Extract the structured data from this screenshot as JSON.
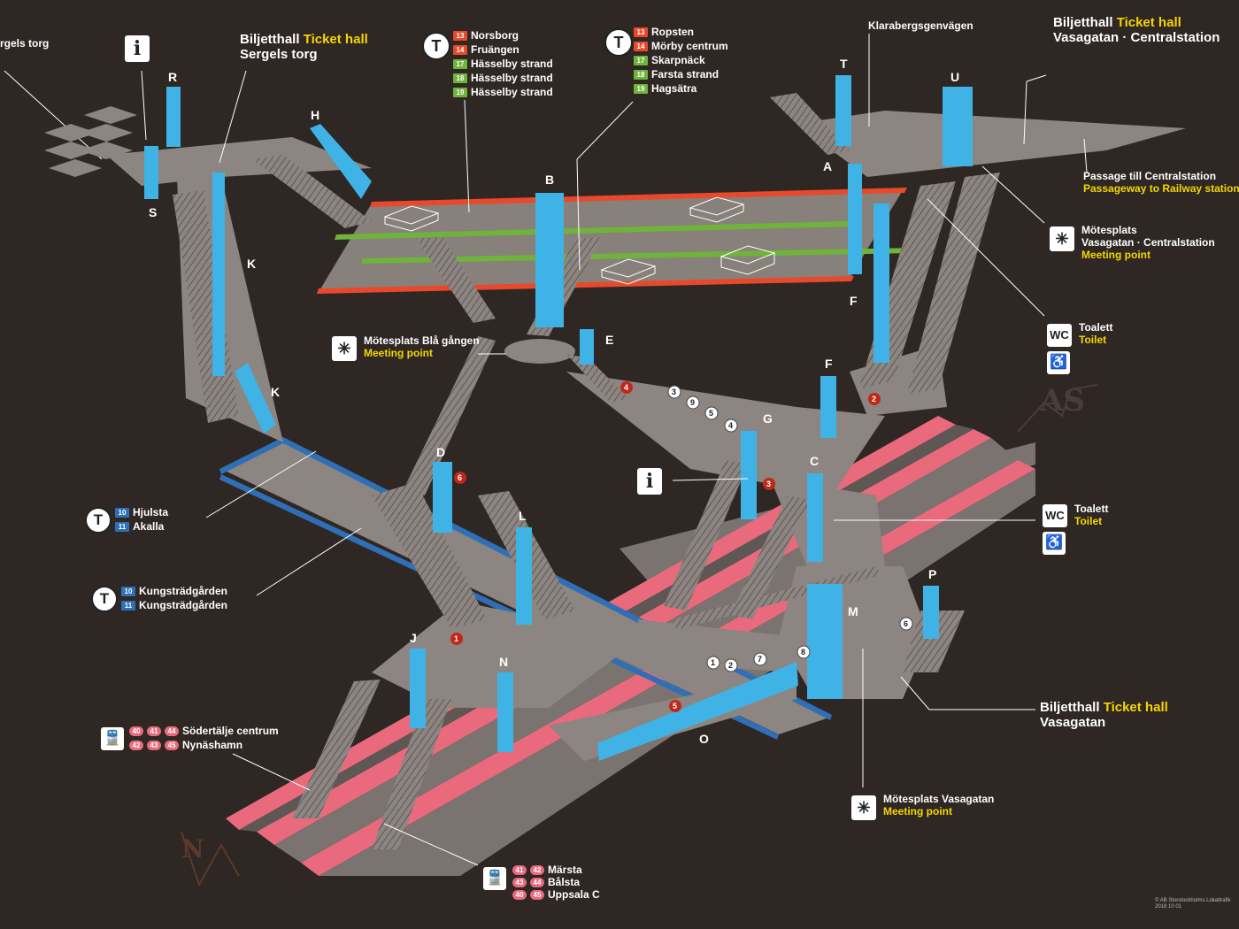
{
  "ticket_halls": {
    "sergels": {
      "sv": "Biljetthall",
      "en": "Ticket hall",
      "name": "Sergels torg"
    },
    "centralstation": {
      "sv": "Biljetthall",
      "en": "Ticket hall",
      "name": "Vasagatan · Centralstation"
    },
    "vasagatan": {
      "sv": "Biljetthall",
      "en": "Ticket hall",
      "name": "Vasagatan"
    }
  },
  "edge_text": "rgels torg",
  "klaraberg": "Klarabergsgenvägen",
  "passage": {
    "sv": "Passage till Centralstation",
    "en": "Passageway to Railway station"
  },
  "meeting_points": {
    "vasa_central": {
      "l1": "Mötesplats",
      "l2": "Vasagatan · Centralstation",
      "en": "Meeting point"
    },
    "bla_gangen": {
      "sv": "Mötesplats Blå gången",
      "en": "Meeting point"
    },
    "vasagatan": {
      "sv": "Mötesplats Vasagatan",
      "en": "Meeting point"
    }
  },
  "toilets": [
    {
      "sv": "Toalett",
      "en": "Toilet",
      "wc": "WC"
    },
    {
      "sv": "Toalett",
      "en": "Toilet",
      "wc": "WC"
    }
  ],
  "info_glyph": "i",
  "metro_glyph": "T",
  "metro_red_green": [
    {
      "line": "13",
      "color": "#e8492c",
      "dest": "Norsborg"
    },
    {
      "line": "14",
      "color": "#e8492c",
      "dest": "Fruängen"
    },
    {
      "line": "17",
      "color": "#6fb43a",
      "dest": "Hässelby strand"
    },
    {
      "line": "18",
      "color": "#6fb43a",
      "dest": "Hässelby strand"
    },
    {
      "line": "19",
      "color": "#6fb43a",
      "dest": "Hässelby strand"
    }
  ],
  "metro_red_green_2": [
    {
      "line": "13",
      "color": "#e8492c",
      "dest": "Ropsten"
    },
    {
      "line": "14",
      "color": "#e8492c",
      "dest": "Mörby centrum"
    },
    {
      "line": "17",
      "color": "#6fb43a",
      "dest": "Skarpnäck"
    },
    {
      "line": "18",
      "color": "#6fb43a",
      "dest": "Farsta strand"
    },
    {
      "line": "19",
      "color": "#6fb43a",
      "dest": "Hagsätra"
    }
  ],
  "metro_blue_1": [
    {
      "line": "10",
      "color": "#2f6fb5",
      "dest": "Hjulsta"
    },
    {
      "line": "11",
      "color": "#2f6fb5",
      "dest": "Akalla"
    }
  ],
  "metro_blue_2": [
    {
      "line": "10",
      "color": "#2f6fb5",
      "dest": "Kungsträdgården"
    },
    {
      "line": "11",
      "color": "#2f6fb5",
      "dest": "Kungsträdgården"
    }
  ],
  "commuter_1": {
    "badges_row1": [
      "40",
      "41",
      "44"
    ],
    "badges_row2": [
      "42",
      "43",
      "45"
    ],
    "dest1": "Södertälje centrum",
    "dest2": "Nynäshamn",
    "color": "#e96a7c"
  },
  "commuter_2": {
    "rows": [
      {
        "badges": [
          "41",
          "42"
        ],
        "dest": "Märsta"
      },
      {
        "badges": [
          "43",
          "44"
        ],
        "dest": "Bålsta"
      },
      {
        "badges": [
          "40",
          "45"
        ],
        "dest": "Uppsala C"
      }
    ],
    "color": "#e96a7c"
  },
  "exit_letters": [
    "R",
    "H",
    "S",
    "K",
    "K",
    "B",
    "E",
    "T",
    "A",
    "U",
    "F",
    "F",
    "G",
    "C",
    "D",
    "L",
    "J",
    "N",
    "M",
    "P",
    "O"
  ],
  "numbers": [
    "4",
    "3",
    "9",
    "5",
    "4",
    "2",
    "6",
    "3",
    "1",
    "1",
    "2",
    "7",
    "8",
    "6",
    "5"
  ],
  "copyright": {
    "l1": "© AB Storstockholms Lokaltrafik",
    "l2": "2018 10 01"
  },
  "graffiti": {
    "g1": "AS",
    "g2": "N"
  },
  "colors": {
    "background": "#2e2724",
    "floor": "#8c8581",
    "blue_elevator": "#3fb3e6",
    "red_line": "#e8492c",
    "green_line": "#6fb43a",
    "blue_line": "#2f6fb5",
    "pink_track": "#e96a7c",
    "ticket_yellow": "#f5d600"
  }
}
